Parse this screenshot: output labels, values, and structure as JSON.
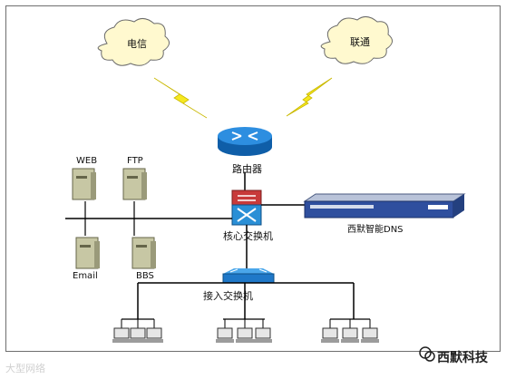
{
  "clouds": {
    "telecom": "电信",
    "unicom": "联通"
  },
  "devices": {
    "router": "路由器",
    "core_switch": "核心交换机",
    "access_switch": "接入交换机",
    "dns_appliance": "西默智能DNS"
  },
  "servers": {
    "web": "WEB",
    "ftp": "FTP",
    "email": "Email",
    "bbs": "BBS"
  },
  "watermarks": {
    "left": "大型网络",
    "right": "西默科技"
  },
  "colors": {
    "cloud": "#fff9cf",
    "lightning": "#f6e81f",
    "router": "#1f78c8",
    "core_top": "#c83a3a",
    "core_bottom": "#2a8fd6",
    "server": "#c7c7a4",
    "dns_body": "#2f4f9e"
  }
}
